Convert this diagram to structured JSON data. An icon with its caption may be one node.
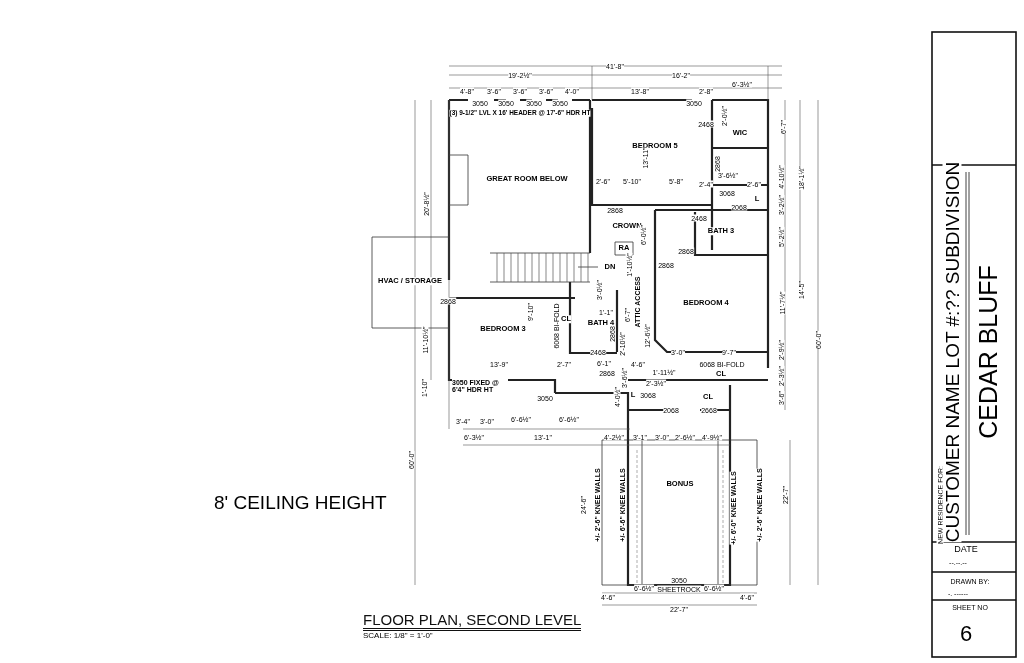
{
  "diagram": {
    "title": "FLOOR PLAN, SECOND LEVEL",
    "labels": [
      "41'-8\"",
      "19'-2½\"",
      "16'-2\"",
      "6'-3½\"",
      "4'-8\"",
      "3'-6\"",
      "3'-6\"",
      "3'-6\"",
      "4'-0\"",
      "13'-8\"",
      "2'-8\"",
      "3050",
      "3050",
      "3050",
      "3050",
      "3050",
      "(3) 9-1/2\" LVL X 16' HEADER @ 17'-6\" HDR HT",
      "GREAT ROOM BELOW",
      "BEDROOM 5",
      "WIC",
      "2468",
      "2'-0½\"",
      "13'-11\"",
      "2'-6\"",
      "5'-10\"",
      "5'-8\"",
      "2'-4\"",
      "3'-6½\"",
      "2'-6\"",
      "2868",
      "3068",
      "2068",
      "L",
      "2868",
      "CROWN",
      "6'-0½\"",
      "RA",
      "2468",
      "BATH 3",
      "2868",
      "DN",
      "2868",
      "HVAC / STORAGE",
      "2868",
      "BEDROOM 3",
      "9'-10\"",
      "6068 BI-FOLD",
      "CL",
      "3'-0½\"",
      "1'-1\"",
      "BATH 4",
      "ATTIC ACCESS",
      "6'-7\"",
      "12'-6½\"",
      "1'-10½\"",
      "BEDROOM 4",
      "2868",
      "2'-10½\"",
      "2468",
      "13'-9\"",
      "2'-7\"",
      "6'-1\"",
      "2868",
      "3'-6½\"",
      "4'-6\"",
      "1'-11½\"",
      "3'-0\"",
      "9'-7\"",
      "6068 BI-FOLD",
      "CL",
      "3050 FIXED @ 6'4\" HDR HT",
      "1'-10\"",
      "3050",
      "2'-3½\"",
      "4'-0½\"",
      "L",
      "3068",
      "CL",
      "2068",
      "2668",
      "3'-4\"",
      "3'-0\"",
      "6'-6½\"",
      "6'-6½\"",
      "6'-3½\"",
      "13'-1\"",
      "4'-2½\"",
      "3'-1\"",
      "3'-0\"",
      "2'-6½\"",
      "4'-9½\"",
      "BONUS",
      "+/- 2'-6\" KNEE WALLS",
      "+/- 6'-6\" KNEE WALLS",
      "+/- 6'-0\" KNEE WALLS",
      "+/- 2'-6\" KNEE WALLS",
      "24'-6\"",
      "22'-7\"",
      "3050",
      "6'-6½\"",
      "SHEETROCK",
      "6'-6½\"",
      "4'-6\"",
      "4'-6\"",
      "22'-7\"",
      "20'-8½\"",
      "11'-10½\"",
      "60'-0\"",
      "6'-7\"",
      "4'-10½\"",
      "18'-1½\"",
      "3'-2½\"",
      "5'-2½\"",
      "11'-7½\"",
      "14'-5\"",
      "60'-0\"",
      "2'-9½\"",
      "2'-3½\"",
      "3'-6\"",
      "8' CEILING HEIGHT",
      "SCALE:  1/8\" = 1'-0\"",
      "NEW RESIDENCE FOR:",
      "CUSTOMER NAME LOT #:?? SUBDIVISION",
      "CEDAR BLUFF",
      "DATE",
      "--.--.--",
      "DRAWN BY:",
      "-. ------",
      "SHEET NO",
      "6"
    ]
  }
}
